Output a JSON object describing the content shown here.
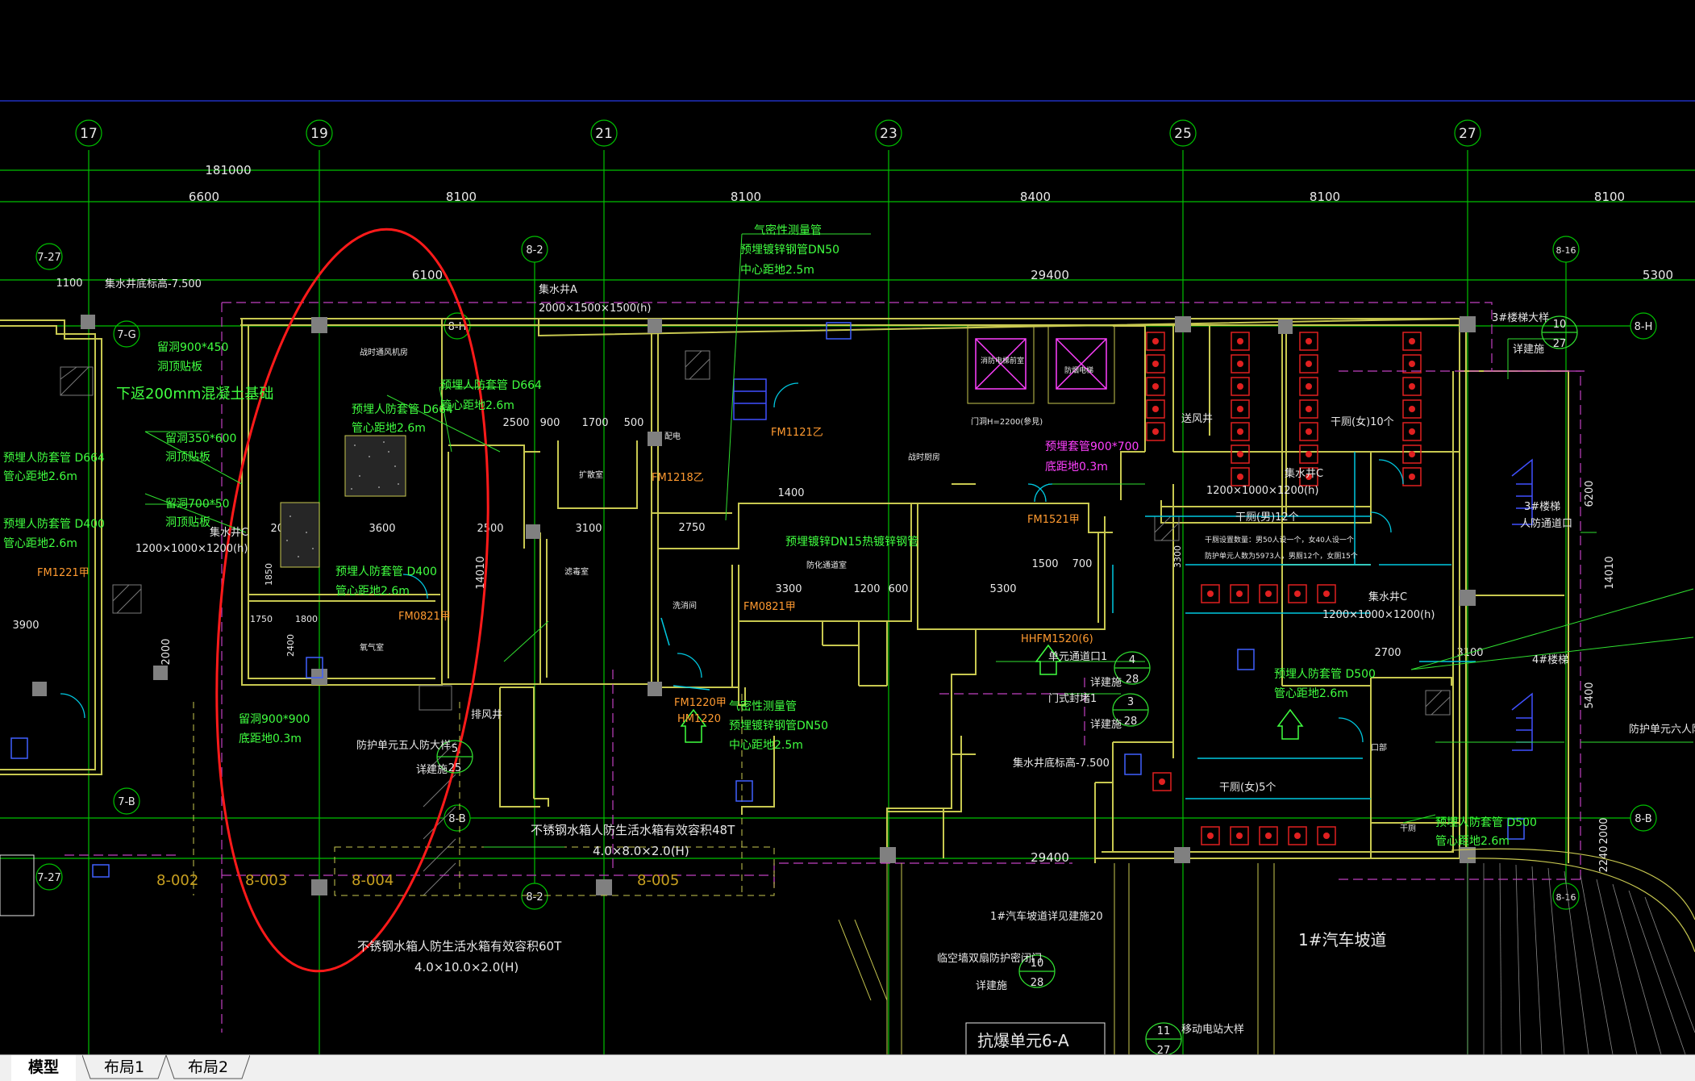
{
  "tabs": {
    "model": "模型",
    "layout1": "布局1",
    "layout2": "布局2"
  },
  "grid_axes": [
    "17",
    "19",
    "21",
    "23",
    "25",
    "27"
  ],
  "sub_axes": {
    "a82": "8-2",
    "a82b": "8-2",
    "a816": "8-16",
    "a816b": "8-16",
    "a727": "7-27",
    "a727b": "7-27",
    "a8H": "8-H",
    "a8Hb": "8-H",
    "a8B": "8-B",
    "a8Bb": "8-B",
    "a7G": "7-G",
    "a7B": "7-B"
  },
  "dims": {
    "total": "181000",
    "d6600": "6600",
    "d8100a": "8100",
    "d8100b": "8100",
    "d8400": "8400",
    "d8100c": "8100",
    "d8100d": "8100",
    "d6100": "6100",
    "d29400": "29400",
    "d5300": "5300",
    "d1100": "1100",
    "d29400b": "29400",
    "d3900": "3900",
    "d14010": "14010",
    "d14010b": "14010",
    "d2500": "2500",
    "d3100": "3100",
    "d2500b": "2500",
    "d900": "900",
    "d1700": "1700",
    "d500": "500",
    "d3600": "3600",
    "d2000": "2000",
    "d1400": "1400",
    "d2750": "2750",
    "d3300": "3300",
    "d1200": "1200",
    "d600": "600",
    "d5300b": "5300",
    "d1500": "1500",
    "d700": "700",
    "d2700": "2700",
    "d3100b": "3100",
    "d6200": "6200",
    "d5400": "5400",
    "d2000b": "2000",
    "d2240": "2240",
    "d1750": "1750",
    "d1800": "1800",
    "d2400": "2400",
    "d1850": "1850",
    "d3300b": "3300"
  },
  "labels": {
    "sump_bottom1": "集水井底标高-7.500",
    "sump_a": "集水井A",
    "sump_a_size": "2000×1500×1500(h)",
    "gas_pipe": "气密性测量管",
    "gas_pipe2": "预埋镀锌钢管DN50",
    "gas_pipe3": "中心距地2.5m",
    "lower_concrete": "下返200mm混凝土基础",
    "reserve_hole1": "留洞900*450",
    "reserve_hole1b": "洞顶贴板",
    "reserve_hole2": "留洞350*600",
    "reserve_hole2b": "洞顶贴板",
    "reserve_hole3": "留洞700*50",
    "reserve_hole3b": "洞顶贴板",
    "pre_pipe1": "预埋人防套管 D664",
    "pre_pipe1b": "管心距地2.6m",
    "pre_pipe2": "预埋人防套管 D664",
    "pre_pipe2b": "管心距地2.6m",
    "pre_pipe3": "预埋人防套管 D400",
    "pre_pipe3b": "管心距地2.6m",
    "pre_pipe4": "预埋人防套管 D664",
    "pre_pipe4b": "管心距地2.6m",
    "pre_pipe5": "预埋人防套管 D400",
    "pre_pipe5b": "管心距地2.6m",
    "pre_pipe6": "预埋人防套管 D500",
    "pre_pipe6b": "管心距地2.6m",
    "pre_pipe7": "预埋人防套管 D500",
    "pre_pipe7b": "管心距地2.6m",
    "sump_c": "集水井C",
    "sump_c_size": "1200×1000×1200(h)",
    "sump_c2": "集水井C",
    "sump_c2_size": "1200×1000×1200(h)",
    "sump_c3": "集水井C",
    "sump_c3_size": "1200×1000×1200(h)",
    "fm0821": "FM0821甲",
    "fm1221": "FM1221甲",
    "fm1121": "FM1121乙",
    "fm1218": "FM1218乙",
    "fm0821b": "FM0821甲",
    "fm1521": "FM1521甲",
    "fm1220": "FM1220甲",
    "hm1220": "HM1220",
    "hhfm": "HHFM1520(6)",
    "wall_door": "门洞H=2200(參見)",
    "ventilation": "送风井",
    "exhaust": "排风井",
    "toilet_f1": "干厕(女)10个",
    "toilet_m1": "干厕(男)12个",
    "toilet_f2": "干厕(女)5个",
    "drainage": "集水井底标高-7.500",
    "unit_entrance": "单元通道口1",
    "door_seal": "门式封堵1",
    "detail": "详建施",
    "detail2": "详建施",
    "detail3": "详建施",
    "detail4": "详建施",
    "detail5": "详建施",
    "protect_unit5": "防护单元五人防大样",
    "protect_unit6": "防护单元六人防大样",
    "tank1": "不锈钢水箱人防生活水箱有效容积48T",
    "tank1_size": "4.0×8.0×2.0(H)",
    "tank2": "不锈钢水箱人防生活水箱有效容积60T",
    "tank2_size": "4.0×10.0×2.0(H)",
    "ramp_detail": "1#汽车坡道详见建施20",
    "ramp": "1#汽车坡道",
    "temp_wall": "临空墙双扇防护密闭门",
    "blast_unit": "抗爆单元6-A",
    "stair3": "3#楼梯大样",
    "stair3b": "3#楼梯",
    "stair3c": "人防通道口",
    "stair4": "4#楼梯",
    "mobile_pow": "移动电站大样",
    "pre_pipe_dn15": "预埋镀锌DN15热镀锌钢管",
    "reserve_900": "留洞900*900",
    "reserve_900b": "底距地0.3m",
    "reserve_tube": "预埋套管900*700",
    "reserve_tube2": "底距地0.3m",
    "zone": [
      "8-002",
      "8-003",
      "8-004",
      "8-005"
    ],
    "room_filter": "滤毒室",
    "room_sec": "防化通道室",
    "room_entry": "战时通风机房",
    "room_wash": "洗消间",
    "room_oxy": "氧气室",
    "room_pump": "扩散室",
    "room_dry": "干厕",
    "room_kit": "战时厨房",
    "elev1": "消防电梯前室",
    "elev2": "防烟电梯",
    "elec": "配电",
    "gate_1": "口部",
    "hole_10": "10",
    "hole_27": "27",
    "c4": "4",
    "c28a": "28",
    "c3": "3",
    "c28b": "28",
    "c5": "5",
    "c25": "25",
    "c10b": "10",
    "c28c": "28",
    "c11": "11",
    "c27b": "27",
    "note_tiny1": "干厕设置数量：男50人设一个，女40人设一个",
    "note_tiny2": "防护单元人数为5973人，男厕12个，女厕15个"
  },
  "colors": {
    "axis": "#00c000",
    "wall": "#c8c850",
    "text_white": "#e8e8e8",
    "text_green": "#40ff40",
    "text_yellow": "#ffff40",
    "magenta": "#ff40ff",
    "red_circle": "#ff1a1a",
    "cyan": "#00d0ff",
    "orange": "#ff9a30"
  }
}
